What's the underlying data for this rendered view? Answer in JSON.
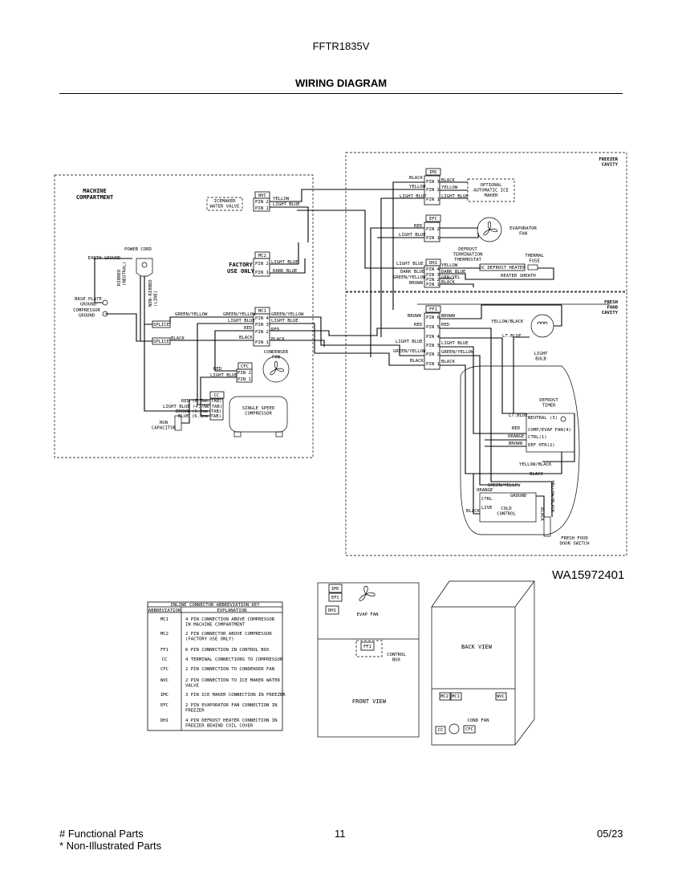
{
  "header": {
    "model": "FFTR1835V",
    "title": "WIRING DIAGRAM"
  },
  "doc_number": "WA15972401",
  "footer": {
    "functional": "# Functional Parts",
    "non_illustrated": "* Non-Illustrated Parts",
    "page": "11",
    "date": "05/23"
  },
  "zones": {
    "machine": "MACHINE\nCOMPARTMENT",
    "freezer": "FREEZER\nCAVITY",
    "fresh": "FRESH\nFOOD\nCAVITY"
  },
  "connectors": {
    "imc": {
      "name": "IMC",
      "pins": [
        "PIN 3",
        "PIN 2",
        "PIN 1"
      ]
    },
    "wvc": {
      "name": "WVC",
      "pins": [
        "PIN 2",
        "PIN 1"
      ]
    },
    "mc2": {
      "name": "MC2",
      "pins": [
        "PIN 2",
        "PIN 1"
      ]
    },
    "mc1": {
      "name": "MC1",
      "pins": [
        "PIN 4",
        "PIN 3",
        "PIN 2",
        "PIN 1"
      ]
    },
    "efc": {
      "name": "EFC",
      "pins": [
        "PIN 2",
        "PIN 1"
      ]
    },
    "dh1": {
      "name": "DH1",
      "pins": [
        "PIN 4",
        "PIN 3",
        "PIN 2",
        "PIN 1"
      ]
    },
    "ff1": {
      "name": "FF1",
      "pins": [
        "PIN 6",
        "PIN 5",
        "PIN 4",
        "PIN 3",
        "PIN 2",
        "PIN 1"
      ]
    },
    "cfc": {
      "name": "CFC",
      "pins": [
        "PIN 2",
        "PIN 1"
      ]
    },
    "cc": {
      "name": "CC"
    }
  },
  "labels": {
    "icemaker_valve": "ICEMAKER\nWATER VALVE",
    "factory_use": "FACTORY\nUSE ONLY",
    "optional_ice": "OPTIONAL\nAUTOMATIC ICE\nMAKER",
    "evap_fan": "EVAPORATOR\nFAN",
    "defrost_term": "DEFROST\nTERMINATION\nTHERMOSTAT",
    "thermal_fuse": "THERMAL\nFUSE",
    "dc_heater": "DC DEFROST HEATER",
    "heater_sheath": "HEATER SHEATH",
    "power_cord": "POWER CORD",
    "earth_ground": "EARTH GROUND",
    "ribbed": "RIBBED\n(NEUTRAL)",
    "non_ribbed": "NON-RIBBED\n(LINE)",
    "base_plate": "BASE PLATE\nGROUND",
    "comp_ground": "COMPRESSOR\nGROUND",
    "splice": "SPLICE",
    "condenser_fan": "CONDENSER\nFAN",
    "single_speed": "SINGLE SPEED\nCOMPRESSOR",
    "run_cap": "RUN\nCAPACITOR",
    "light_bulb": "LIGHT\nBULB",
    "defrost_timer": "DEFROST\nTIMER",
    "neutral3": "NEUTRAL (3)",
    "comp_evap": "COMP/EVAP FAN(4)",
    "ctrl1": "CTRL(1)",
    "def_htr": "DEF HTR(2)",
    "cold_control": "COLD\nCONTROL",
    "ctrl": "CTRL",
    "live": "LIVE",
    "ground": "GROUND",
    "door_switch": "FRESH FOOD\nDOOR SWITCH",
    "evap_fan_small": "EVAP FAN",
    "control_box": "CONTROL\nBOX",
    "front_view": "FRONT VIEW",
    "back_view": "BACK VIEW",
    "cond_fan": "COND FAN",
    "cc_tags": [
      "RED (6.3mm TAB)",
      "LIGHT BLUE (4.7mm TAB)",
      "BROWN (6.3mm TAB)",
      "BLUE (6.3mm TAB)"
    ]
  },
  "wire_colors": {
    "black": "BLACK",
    "yellow": "YELLOW",
    "light_blue": "LIGHT BLUE",
    "red": "RED",
    "brown": "BROWN",
    "dark_blue": "DARK BLUE",
    "green_yellow": "GREEN/YELLOW",
    "grn_yel": "GRN/YEL",
    "orange": "ORANGE",
    "yellow_black": "YELLOW/BLACK",
    "lt_blue": "LT.BLUE"
  },
  "abbrev_table": {
    "title": "INLINE CONNECTOR ABBREVIATION KEY",
    "headers": [
      "ABBREVIATION",
      "EXPLANATION"
    ],
    "rows": [
      [
        "MC1",
        "4 PIN CONNECTION ABOVE COMPRESSOR\nIN MACHINE COMPARTMENT"
      ],
      [
        "MC2",
        "2 PIN CONNECTOR ABOVE COMPRESSOR\n(FACTORY USE ONLY)"
      ],
      [
        "FF1",
        "6 PIN CONNECTION IN CONTROL BOX"
      ],
      [
        "CC",
        "4 TERMINAL CONNECTIONS TO COMPRESSOR"
      ],
      [
        "CFC",
        "2 PIN CONNECTION TO CONDENSER FAN"
      ],
      [
        "WVC",
        "2 PIN CONNECTION TO ICE MAKER WATER\nVALVE"
      ],
      [
        "IMC",
        "3 PIN ICE MAKER CONNECTION IN FREEZER"
      ],
      [
        "EFC",
        "2 PIN EVAPORATOR FAN CONNECTION IN\nFREEZER"
      ],
      [
        "DH1",
        "4 PIN DEFROST HEATER CONNECTION IN\nFREEZER BEHIND COIL COVER"
      ]
    ]
  }
}
